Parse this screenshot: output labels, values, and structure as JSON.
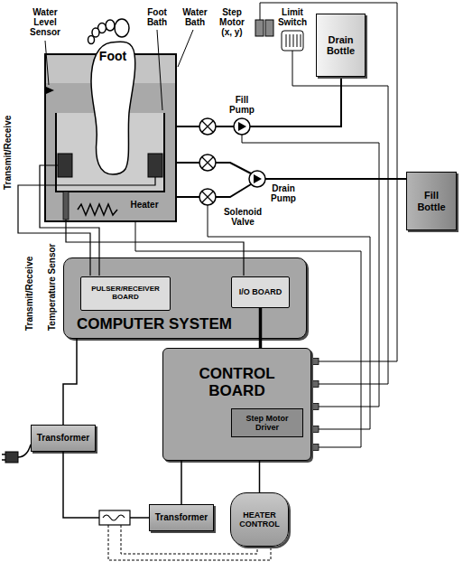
{
  "diagram": {
    "nodes": [
      {
        "text": [
          "Drain Bottle"
        ]
      },
      {
        "text": [
          "Foot"
        ]
      },
      {
        "text": [
          "Fill Bottle"
        ]
      },
      {
        "text": [
          "COMPUTER SYSTEM"
        ]
      },
      {
        "text": [
          "PULSER/RECEIVER BOARD"
        ],
        "in": 3
      },
      {
        "text": [
          "I/O BOARD"
        ],
        "in": 3
      },
      {
        "text": [
          "CONTROL BOARD"
        ]
      },
      {
        "text": [
          "Step Motor Driver"
        ],
        "in": 6
      },
      {
        "text": [
          "Transformer"
        ]
      },
      {
        "text": [
          "Transformer"
        ]
      },
      {
        "text": [
          "HEATER CONTROL"
        ]
      }
    ],
    "edges": [
      {
        "from": 5,
        "to": 6,
        "arrow": "none"
      },
      {
        "from": 8,
        "to": 3,
        "arrow": "none"
      },
      {
        "from": 8,
        "to": 9,
        "arrow": "none"
      },
      {
        "from": 9,
        "to": 6,
        "arrow": "none"
      },
      {
        "from": 10,
        "to": 6,
        "arrow": "none"
      }
    ],
    "labels": [
      "Step Motor (x, y)",
      "Limit Switch",
      "Water Level Sensor",
      "Foot Bath",
      "Water Bath",
      "Fill Pump",
      "Transmit/Receive",
      "Transmit/Receive",
      "Drain Pump",
      "Heater",
      "Temperature Sensor",
      "Solenoid Valve"
    ]
  }
}
